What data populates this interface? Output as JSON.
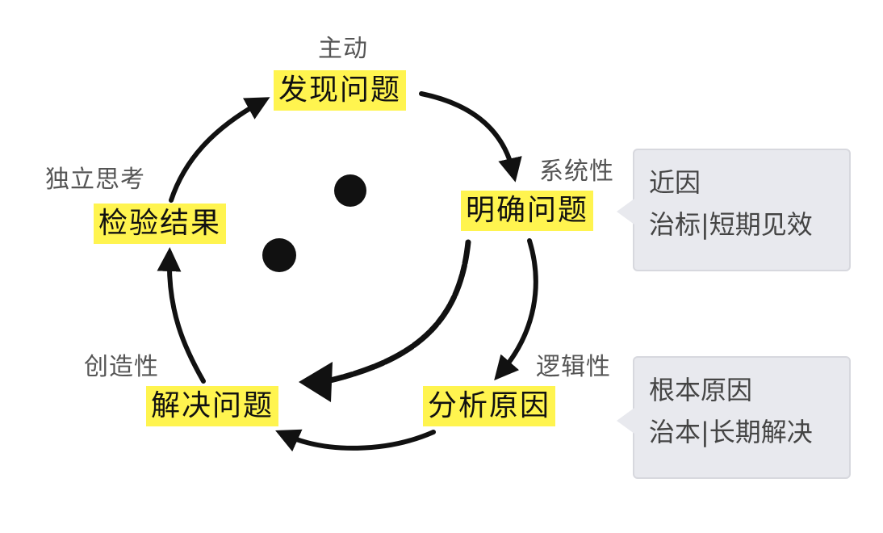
{
  "nodes": {
    "discover": "发现问题",
    "define": "明确问题",
    "analyze": "分析原因",
    "solve": "解决问题",
    "verify": "检验结果"
  },
  "tags": {
    "proactive": "主动",
    "systematic": "系统性",
    "logical": "逻辑性",
    "creative": "创造性",
    "independent": "独立思考"
  },
  "callouts": {
    "shortcut": [
      "近因",
      "治标|短期见效"
    ],
    "rootcause": [
      "根本原因",
      "治本|长期解决"
    ]
  },
  "colors": {
    "highlight": "#fff44f",
    "arrow": "#111111",
    "callout": "#e8e9ee"
  }
}
